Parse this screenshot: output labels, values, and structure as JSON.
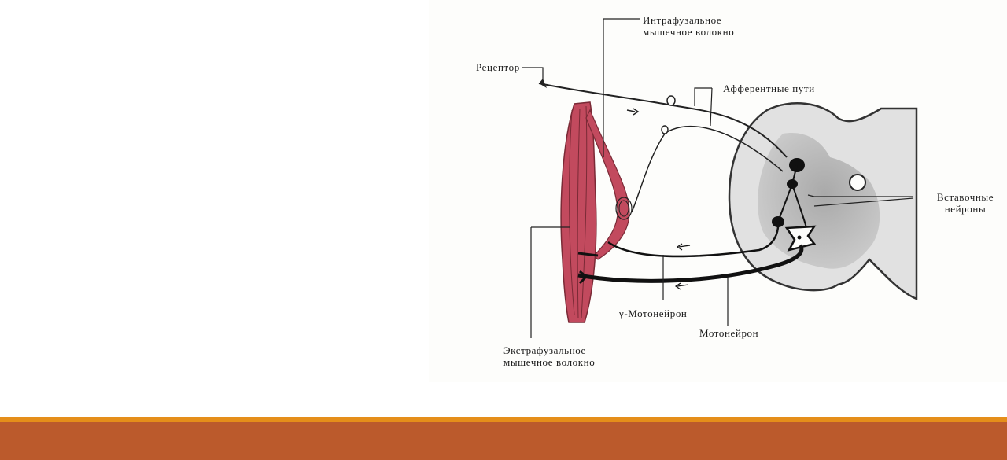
{
  "colors": {
    "accent_orange": "#e58e1a",
    "bar_rust": "#bb5a2c",
    "muscle": "#c24a5e",
    "spinal_gray": "#b7b7b7"
  },
  "labels": {
    "intrafusal": [
      "Интрафузальное",
      "мышечное волокно"
    ],
    "receptor": "Рецептор",
    "afferent": "Афферентные пути",
    "interneurons": [
      "Вставочные",
      "нейроны"
    ],
    "gamma_motoneuron": "γ-Мотонейрон",
    "motoneuron": "Мотонейрон",
    "extrafusal": [
      "Экстрафузальное",
      "мышечное волокно"
    ]
  }
}
